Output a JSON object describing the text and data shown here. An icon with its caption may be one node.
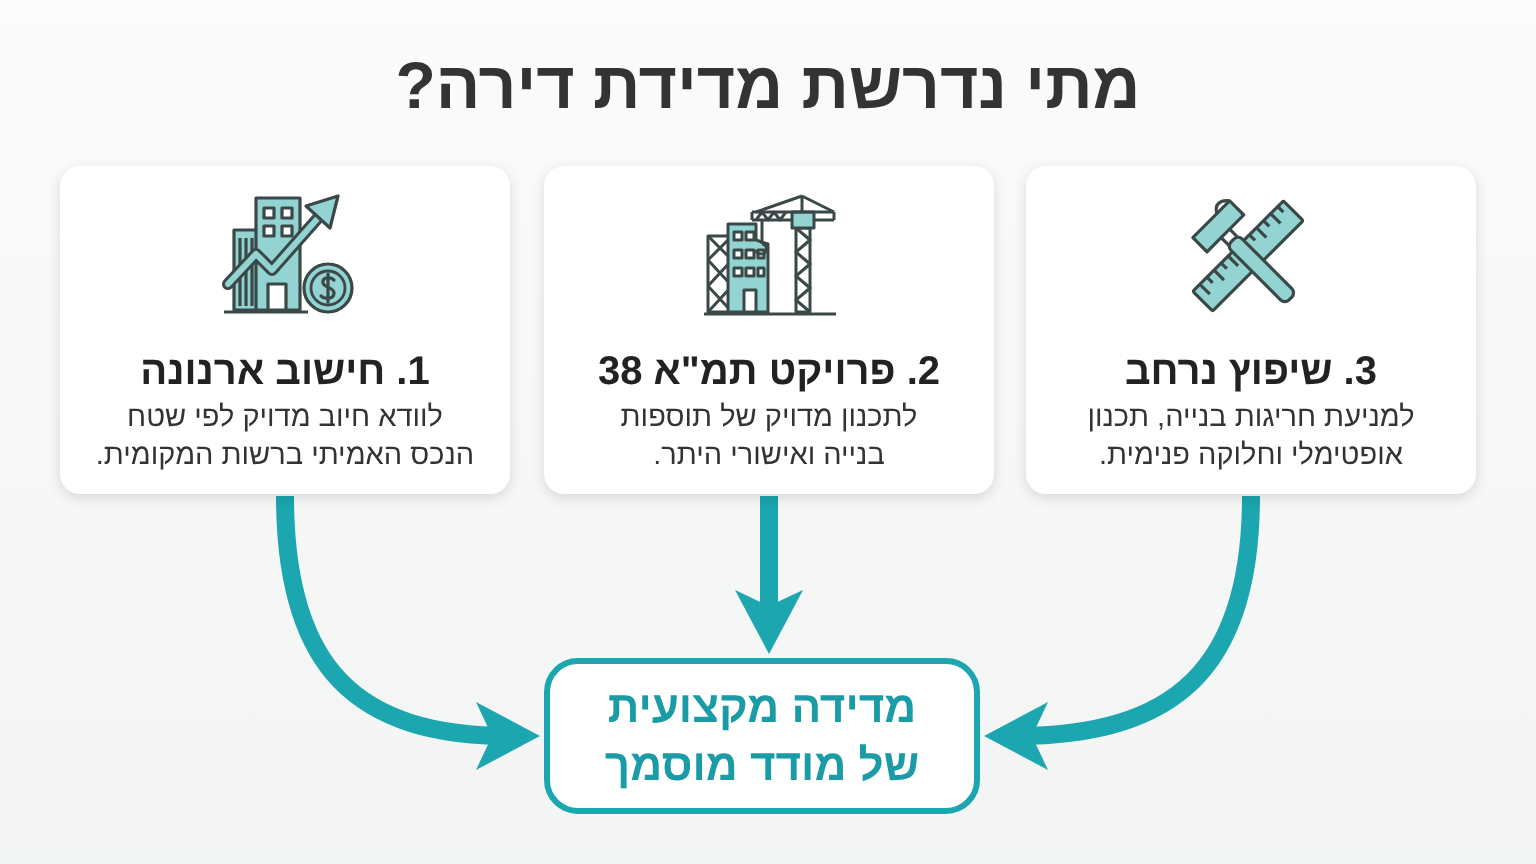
{
  "diagram": {
    "title": "מתי נדרשת מדידת דירה?",
    "nodes": [
      {
        "text": [
          "1. חישוב ארנונה",
          "לוודא חיוב מדויק לפי שטח הנכס האמיתי ברשות המקומית."
        ]
      },
      {
        "text": [
          "2. פרויקט תמ\"א 38",
          "לתכנון מדויק של תוספות בנייה ואישורי היתר."
        ]
      },
      {
        "text": [
          "3. שיפוץ נרחב",
          "למניעת חריגות בנייה, תכנון אופטימלי וחלוקה פנימית."
        ]
      },
      {
        "text": [
          "מדידה מקצועית של מודד מוסמך"
        ]
      }
    ],
    "edges": [
      {
        "from": 0,
        "to": 3,
        "arrow": "to"
      },
      {
        "from": 1,
        "to": 3,
        "arrow": "to"
      },
      {
        "from": 2,
        "to": 3,
        "arrow": "to"
      }
    ]
  }
}
